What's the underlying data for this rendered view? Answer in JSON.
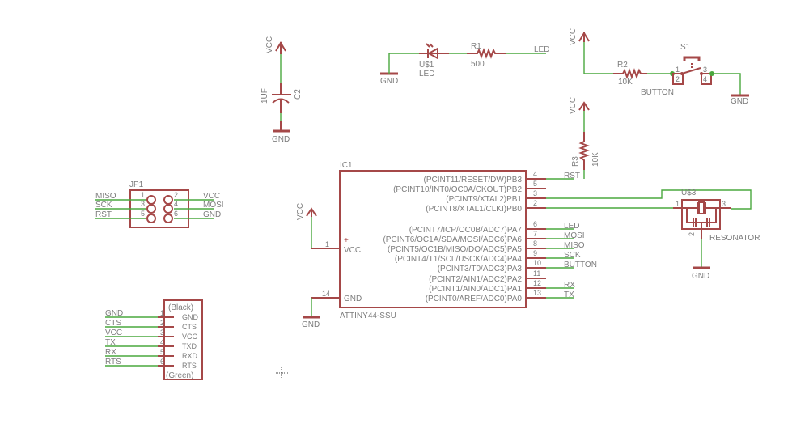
{
  "colors": {
    "part": "#a54848",
    "net": "#4aa83e",
    "text": "#7d7d7d"
  },
  "c2": {
    "supply": "VCC",
    "value": "1UF",
    "name": "C2",
    "ground": "GND"
  },
  "led": {
    "ground": "GND",
    "name": "U$1",
    "value": "LED",
    "r_name": "R1",
    "r_value": "500",
    "net": "LED"
  },
  "button": {
    "supply": "VCC",
    "r_name": "R2",
    "r_value": "10K",
    "net": "BUTTON",
    "sw_name": "S1",
    "pin1": "1",
    "pin2": "2",
    "pin3": "3",
    "pin4": "4",
    "ground": "GND"
  },
  "r3": {
    "supply": "VCC",
    "name": "R3",
    "value": "10K"
  },
  "ic": {
    "name": "IC1",
    "part": "ATTINY44-SSU",
    "vcc_label": "VCC",
    "gnd_label": "GND",
    "plus": "+",
    "vcc_pin": "1",
    "gnd_pin": "14",
    "supply": "VCC",
    "ground": "GND",
    "pins": [
      {
        "label": "(PCINT11/RESET/DW)PB3",
        "num": "4",
        "net": "RST"
      },
      {
        "label": "(PCINT10/INT0/OC0A/CKOUT)PB2",
        "num": "5",
        "net": ""
      },
      {
        "label": "(PCINT9/XTAL2)PB1",
        "num": "3",
        "net": ""
      },
      {
        "label": "(PCINT8/XTAL1/CLKI)PB0",
        "num": "2",
        "net": ""
      },
      {
        "label": "(PCINT7/ICP/OC0B/ADC7)PA7",
        "num": "6",
        "net": "LED"
      },
      {
        "label": "(PCINT6/OC1A/SDA/MOSI/ADC6)PA6",
        "num": "7",
        "net": "MOSI"
      },
      {
        "label": "(PCINT5/OC1B/MISO/DO/ADC5)PA5",
        "num": "8",
        "net": "MISO"
      },
      {
        "label": "(PCINT4/T1/SCL/USCK/ADC4)PA4",
        "num": "9",
        "net": "SCK"
      },
      {
        "label": "(PCINT3/T0/ADC3)PA3",
        "num": "10",
        "net": "BUTTON"
      },
      {
        "label": "(PCINT2/AIN1/ADC2)PA2",
        "num": "11",
        "net": ""
      },
      {
        "label": "(PCINT1/AIN0/ADC1)PA1",
        "num": "12",
        "net": "RX"
      },
      {
        "label": "(PCINT0/AREF/ADC0)PA0",
        "num": "13",
        "net": "TX"
      }
    ]
  },
  "resonator": {
    "name": "U$3",
    "value": "RESONATOR",
    "pin1": "1",
    "pin2": "2",
    "pin3": "3",
    "ground": "GND"
  },
  "jp1": {
    "name": "JP1",
    "pins": [
      {
        "num": "1",
        "net": "MISO"
      },
      {
        "num": "2",
        "net": "VCC"
      },
      {
        "num": "3",
        "net": "SCK"
      },
      {
        "num": "4",
        "net": "MOSI"
      },
      {
        "num": "5",
        "net": "RST"
      },
      {
        "num": "6",
        "net": "GND"
      }
    ]
  },
  "ftdi": {
    "top": "(Black)",
    "bottom": "(Green)",
    "pins": [
      {
        "num": "1",
        "net": "GND",
        "label": "GND"
      },
      {
        "num": "2",
        "net": "CTS",
        "label": "CTS"
      },
      {
        "num": "3",
        "net": "VCC",
        "label": "VCC"
      },
      {
        "num": "4",
        "net": "TX",
        "label": "TXD"
      },
      {
        "num": "5",
        "net": "RX",
        "label": "RXD"
      },
      {
        "num": "6",
        "net": "RTS",
        "label": "RTS"
      }
    ]
  }
}
